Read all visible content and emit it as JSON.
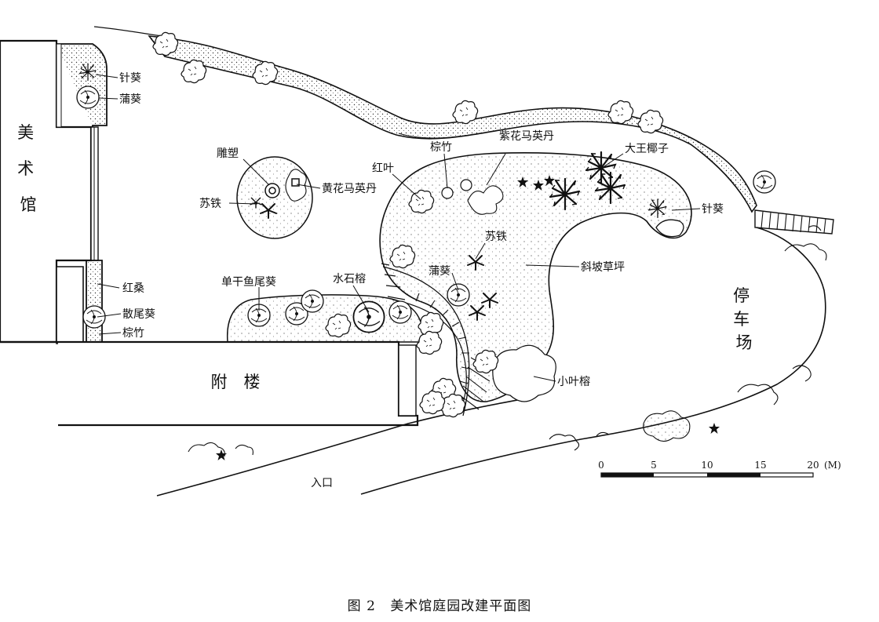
{
  "buildings": {
    "museum": "美\n术\n馆",
    "annex": "附　楼",
    "parking": "停\n车\n场",
    "entrance": "入口"
  },
  "plants": {
    "needle_palm_top": "针葵",
    "fan_palm_top": "蒲葵",
    "sculpture": "雕塑",
    "cycas_left": "苏铁",
    "yellow_lantana": "黄花马英丹",
    "red_leaf": "红叶",
    "rhapis": "棕竹",
    "purple_lantana": "紫花马英丹",
    "royal_palm": "大王椰子",
    "needle_palm_right": "针葵",
    "cycas_mid": "苏铁",
    "fan_palm_mid": "蒲葵",
    "slope_lawn": "斜坡草坪",
    "red_mulberry": "红桑",
    "scattered_palm": "散尾葵",
    "rhapis_left": "棕竹",
    "fishtail_palm": "单干鱼尾葵",
    "water_banyan": "水石榕",
    "small_leaf_banyan": "小叶榕"
  },
  "scale_bar": {
    "ticks": [
      "0",
      "5",
      "10",
      "15",
      "20"
    ],
    "unit": "(M)"
  },
  "caption": {
    "figure_no": "图 2",
    "title": "美术馆庭园改建平面图"
  }
}
